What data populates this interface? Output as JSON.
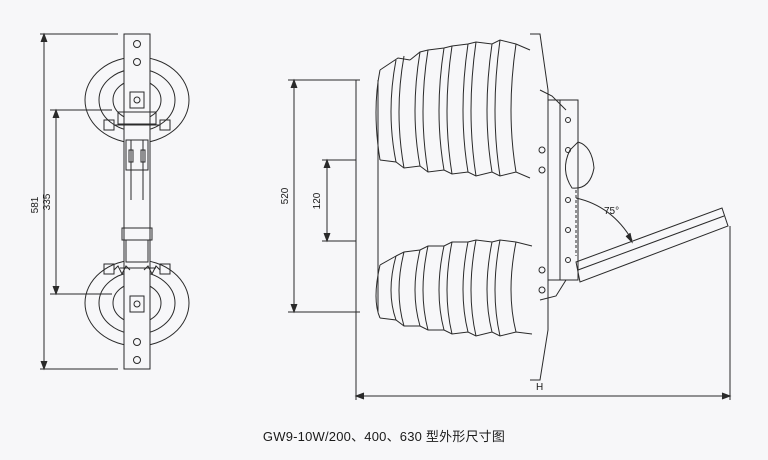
{
  "dimensions": {
    "overall_length": "581",
    "pivot_spacing": "335",
    "insulator_height": "520",
    "terminal_spacing": "120",
    "opening_angle": "75°",
    "total_width": "H"
  },
  "caption": "GW9-10W/200、400、630 型外形尺寸图",
  "colors": {
    "line": "#2a2a2a",
    "background": "#f7f7f9"
  }
}
